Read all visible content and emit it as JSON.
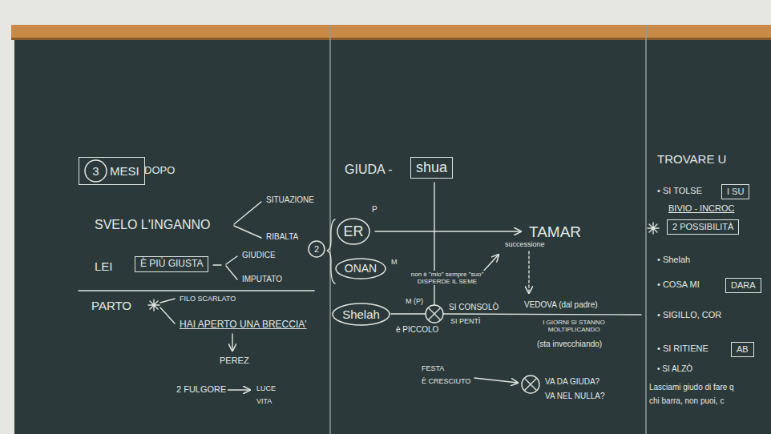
{
  "diagram": {
    "nodes": [
      {
        "text": [
          "MESI"
        ]
      },
      {
        "text": [
          "3"
        ],
        "in": 0
      },
      {
        "text": [
          "È PIÙ GIUSTA"
        ]
      },
      {
        "text": [
          "shua"
        ]
      },
      {
        "text": [
          "ER"
        ]
      },
      {
        "text": [
          "2"
        ]
      },
      {
        "text": [
          "ONAN"
        ]
      },
      {
        "text": [
          "Shelah"
        ]
      },
      {
        "text": [
          "I SU"
        ]
      },
      {
        "text": [
          "2 POSSIBILITÀ"
        ]
      },
      {
        "text": [
          "DARA"
        ]
      },
      {
        "text": [
          "AB"
        ]
      }
    ],
    "labels": [
      "DOPO",
      "SVELO L'INGANNO",
      "SITUAZIONE",
      "RIBALTA",
      "LEI",
      "GIUDICE",
      "IMPUTATO",
      "PARTO",
      "FILO SCARLATO",
      "HAI APERTO UNA BRECCIA'",
      "PEREZ",
      "2 FULGORE",
      "LUCE",
      "VITA",
      "GIUDA -",
      "P",
      "TAMAR",
      "M",
      "non è \"mio\" sempre \"suo\" DISPERDE IL SEME",
      "successione",
      "M (P)",
      "SI CONSOLÒ",
      "SI PENTÌ",
      "è PICCOLO",
      "VEDOVA (dal padre)",
      "I GIORNI SI STANNO MOLTIPLICANDO",
      "(sta invecchiando)",
      "FESTA",
      "È CRESCIUTO",
      "VA DA GIUDA?",
      "VA NEL NULLA?",
      "TROVARE U",
      "• SI TOLSE",
      "BIVIO - INCROC",
      "• Shelah",
      "• COSA MI",
      "• SIGILLO, COR",
      "• SI RITIENE",
      "• SI ALZÒ",
      "Lasciami giudo di fare q",
      "chi barra, non puoi, c"
    ]
  }
}
